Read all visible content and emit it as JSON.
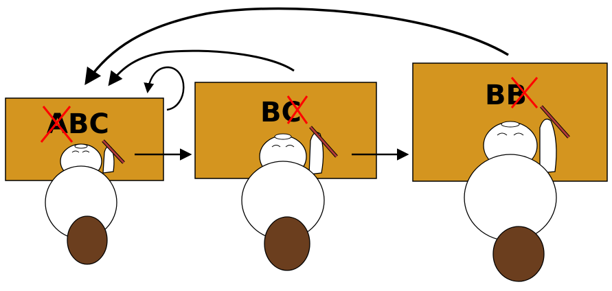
{
  "panels": [
    {
      "letters": "ABC",
      "crossed_letter": "A"
    },
    {
      "letters": "BC",
      "crossed_letter": "C"
    },
    {
      "letters": "BB",
      "crossed_letter": "B"
    }
  ],
  "colors": {
    "board": "#d4951f",
    "hair": "#6b3e1e",
    "cross": "#ff0000",
    "pencil": "#b03a3a",
    "outline": "#000000"
  }
}
